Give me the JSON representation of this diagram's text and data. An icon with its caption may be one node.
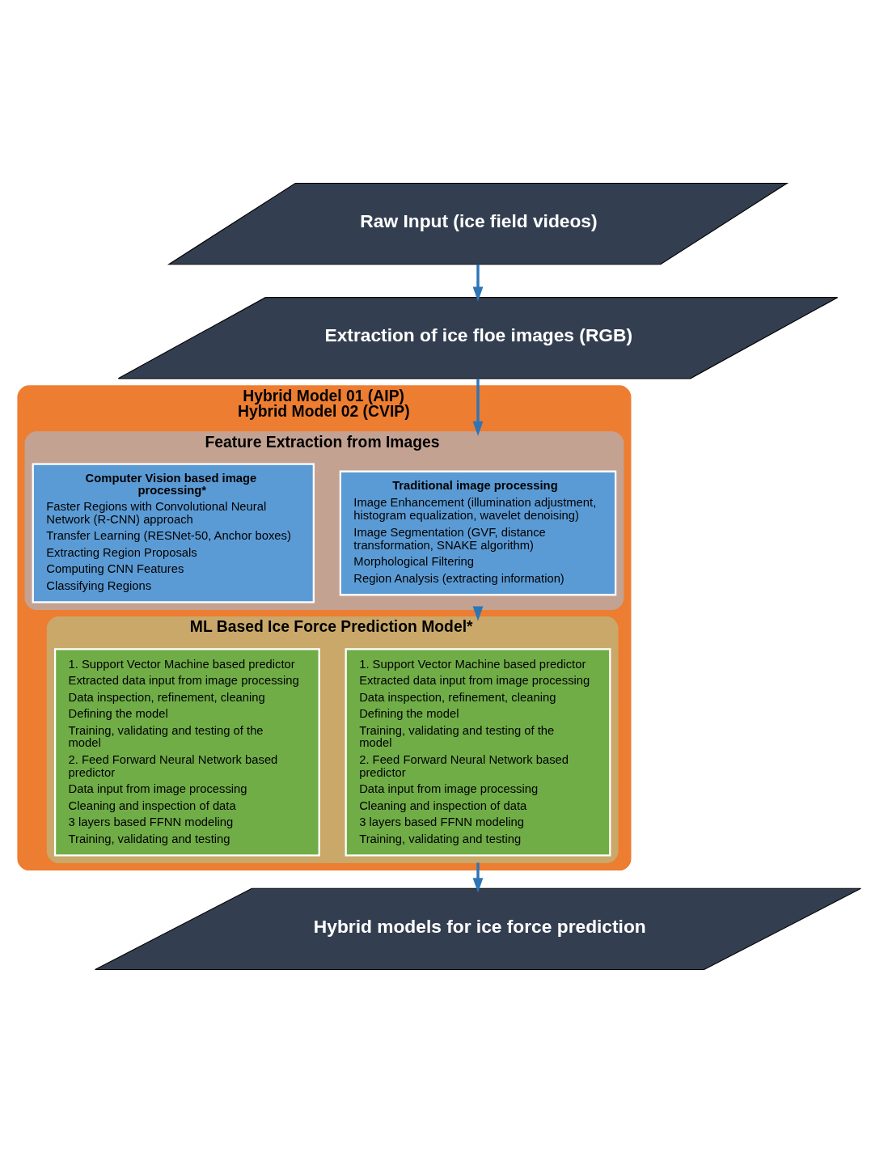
{
  "diagram": {
    "nodes": [
      {
        "text": [
          "Raw Input (ice field videos)"
        ]
      },
      {
        "text": [
          "Extraction of ice floe images (RGB)"
        ]
      },
      {
        "text": [
          "Hybrid Model 01 (AIP)",
          "Hybrid Model 02 (CVIP)"
        ]
      },
      {
        "text": [
          "Feature Extraction from Images"
        ],
        "in": 2
      },
      {
        "text": [
          "Traditional image processing",
          "Image Enhancement (illumination adjustment, histogram equalization, wavelet denoising)",
          "Image Segmentation (GVF, distance transformation, SNAKE algorithm)",
          "Morphological Filtering",
          "Region Analysis (extracting information)"
        ],
        "in": 3
      },
      {
        "text": [
          "Computer Vision based image processing*",
          "Faster Regions with Convolutional Neural Network (R-CNN) approach",
          "Transfer Learning (RESNet-50, Anchor boxes)",
          "Extracting Region Proposals",
          "Computing CNN Features",
          "Classifying Regions"
        ],
        "in": 3
      },
      {
        "text": [
          "ML Based Ice Force Prediction Model*"
        ],
        "in": 2
      },
      {
        "text": [
          "1. Support Vector Machine based predictor",
          "Extracted data input from image processing",
          "Data inspection, refinement, cleaning",
          "Defining the model",
          "Training, validating and testing of the model",
          "2. Feed Forward Neural Network based predictor",
          "Data input from image processing",
          "Cleaning and inspection of data",
          "3 layers based FFNN modeling",
          "Training, validating and testing"
        ],
        "in": 6
      },
      {
        "text": [
          "1. Support Vector Machine based predictor",
          "Extracted data input from image processing",
          "Data inspection, refinement, cleaning",
          "Defining the model",
          "Training, validating and testing of the model",
          "2. Feed Forward Neural Network based predictor",
          "Data input from image processing",
          "Cleaning and inspection of data",
          "3 layers based FFNN modeling",
          "Training, validating and testing"
        ],
        "in": 6
      },
      {
        "text": [
          "Hybrid models for ice force prediction"
        ]
      }
    ],
    "edges": [
      {
        "from": 0,
        "to": 1,
        "arrow": "to"
      },
      {
        "from": 1,
        "to": 3,
        "arrow": "to"
      },
      {
        "from": 3,
        "to": 6,
        "arrow": "to"
      },
      {
        "from": 6,
        "to": 9,
        "arrow": "to"
      }
    ]
  }
}
